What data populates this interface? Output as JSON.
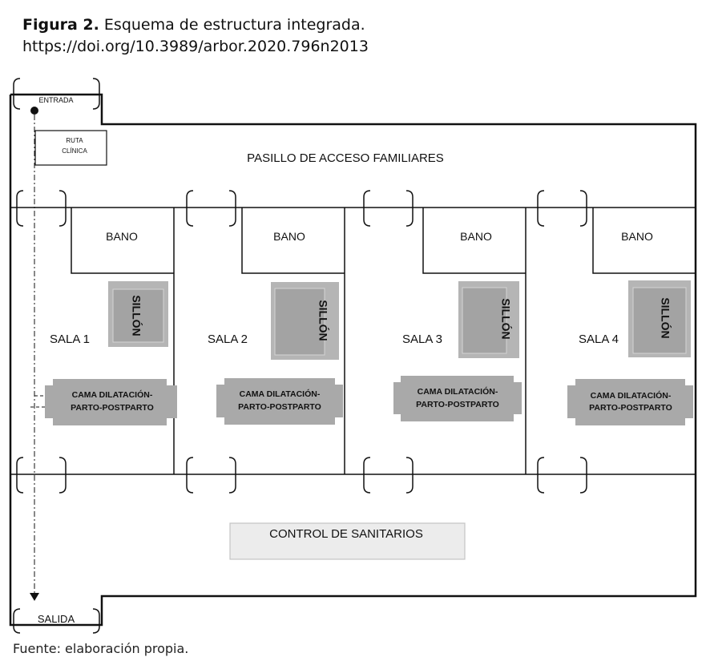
{
  "caption": {
    "label": "Figura 2.",
    "title": "Esquema de estructura integrada.",
    "doi": "https://doi.org/10.3989/arbor.2020.796n2013"
  },
  "source": "Fuente: elaboración propia.",
  "diagram": {
    "entrance": "ENTRADA",
    "exit": "SALIDA",
    "clinical_route": [
      "RUTA",
      "CLÍNICA"
    ],
    "corridor": "PASILLO DE ACCESO FAMILIARES",
    "control": "CONTROL DE SANITARIOS",
    "rooms": [
      {
        "name": "SALA 1",
        "bath": "BANO",
        "chair": "SILLÓN",
        "bed": [
          "CAMA DILATACIÓN-",
          "PARTO-POSTPARTO"
        ]
      },
      {
        "name": "SALA 2",
        "bath": "BANO",
        "chair": "SILLÓN",
        "bed": [
          "CAMA DILATACIÓN-",
          "PARTO-POSTPARTO"
        ]
      },
      {
        "name": "SALA 3",
        "bath": "BANO",
        "chair": "SILLÓN",
        "bed": [
          "CAMA DILATACIÓN-",
          "PARTO-POSTPARTO"
        ]
      },
      {
        "name": "SALA 4",
        "bath": "BANO",
        "chair": "SILLÓN",
        "bed": [
          "CAMA DILATACIÓN-",
          "PARTO-POSTPARTO"
        ]
      }
    ]
  }
}
